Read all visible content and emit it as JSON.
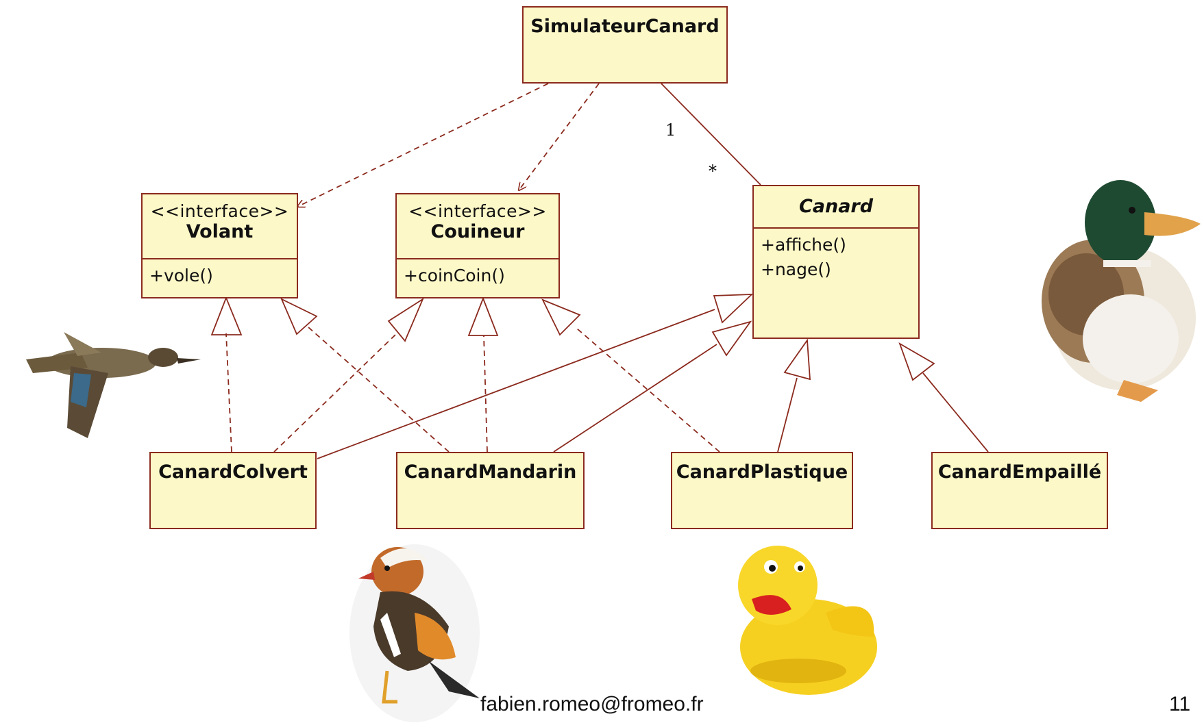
{
  "diagram": {
    "classes": {
      "simulateur": {
        "name": "SimulateurCanard"
      },
      "volant": {
        "stereotype": "<<interface>>",
        "name": "Volant",
        "operations": [
          "+vole()"
        ]
      },
      "couineur": {
        "stereotype": "<<interface>>",
        "name": "Couineur",
        "operations": [
          "+coinCoin()"
        ]
      },
      "canard": {
        "name": "Canard",
        "operations": [
          "+affiche()",
          "+nage()"
        ]
      },
      "colvert": {
        "name": "CanardColvert"
      },
      "mandarin": {
        "name": "CanardMandarin"
      },
      "plastique": {
        "name": "CanardPlastique"
      },
      "empaille": {
        "name": "CanardEmpaillé"
      }
    },
    "association": {
      "multiplicity_source": "1",
      "multiplicity_target": "*"
    }
  },
  "footer": {
    "email": "fabien.romeo@fromeo.fr",
    "page_number": "11"
  },
  "colors": {
    "box_fill": "#fdf8c8",
    "box_border": "#8b2a1e",
    "line": "#8b2a1e"
  },
  "images": [
    "flying-duck-image",
    "mallard-plush-image",
    "mandarin-duck-image",
    "rubber-duck-image"
  ]
}
